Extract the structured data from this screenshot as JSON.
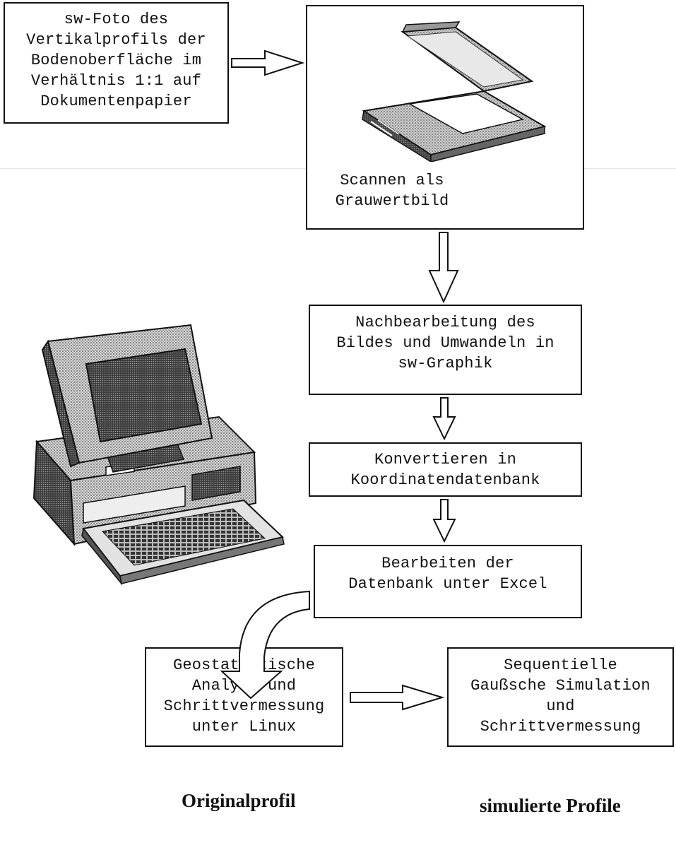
{
  "diagram": {
    "photo_box": "sw-Foto des\nVertikalprofils der\nBodenoberfläche im\nVerhältnis 1:1 auf\nDokumentenpapier",
    "scan_box": "Scannen als\nGrauwertbild",
    "postprocess_box": "Nachbearbeitung des\nBildes und Umwandeln in\nsw-Graphik",
    "convert_box": "Konvertieren in\nKoordinatendatenbank",
    "excel_box": "Bearbeiten der\nDatenbank unter Excel",
    "geostat_box": "Geostatistische\nAnalyse und\nSchrittvermessung\nunter Linux",
    "simulation_box": "Sequentielle\nGaußsche Simulation\nund\nSchrittvermessung",
    "caption_original": "Originalprofil",
    "caption_simulated": "simulierte Profile"
  }
}
